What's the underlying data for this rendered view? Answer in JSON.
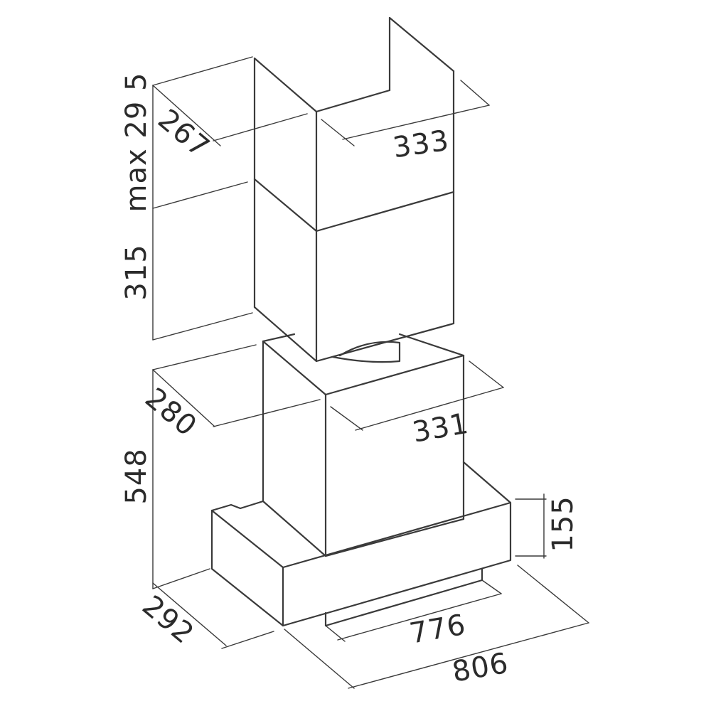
{
  "diagram": {
    "dimensions": {
      "chimney_upper_depth": "267",
      "chimney_upper_width": "333",
      "chimney_upper_height": "max 29 5",
      "chimney_lower_height": "315",
      "body_depth": "280",
      "body_width": "331",
      "body_height": "548",
      "hood_height": "155",
      "hood_depth": "292",
      "filter_width": "776",
      "hood_width": "806"
    },
    "colors": {
      "line": "#3a3a3a",
      "text": "#2b2b2b",
      "background": "#ffffff"
    }
  }
}
